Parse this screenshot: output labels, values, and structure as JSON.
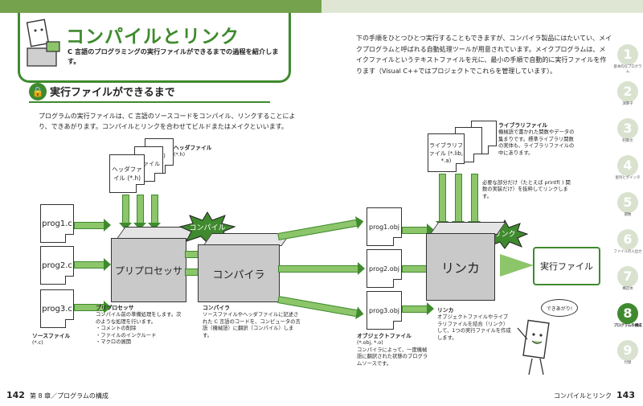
{
  "header": {
    "title": "コンパイルとリンク",
    "subtitle": "C 言語のプログラミングの実行ファイルができるまでの過程を紹介します。"
  },
  "intro_right": "下の手順をひとつひとつ実行することもできますが、コンパイラ製品にはたいてい、メイクプログラムと呼ばれる自動処理ツールが用意されています。メイクプログラムは、メイクファイルというテキストファイルを元に、最小の手順で自動的に実行ファイルを作ります（Visual C++ではプロジェクトでこれらを管理しています）。",
  "section": {
    "icon": "lock-icon",
    "title": "実行ファイルができるまで",
    "body": "プログラムの実行ファイルは、C 言語のソースコードをコンパイル、リンクすることにより、できあがります。コンパイルとリンクを合わせてビルドまたはメイクといいます。"
  },
  "diagram": {
    "sources": [
      "prog1.c",
      "prog2.c",
      "prog3.c"
    ],
    "source_caption_title": "ソースファイル",
    "source_caption_ext": "(*.c)",
    "header_docs": [
      "ヘッダファイル (*.h)",
      "ファイル",
      "(*.h)"
    ],
    "header_caption_title": "ヘッダファイル",
    "header_caption_ext": "(*.h)",
    "preprocessor": "プリプロセッサ",
    "preprocessor_caption_title": "プリプロセッサ",
    "preprocessor_caption": "コンパイル前の準備処理をします。次のような処理を行います。",
    "preprocessor_items": [
      "・コメントの削除",
      "・ファイルのインクルード",
      "・マクロの展開"
    ],
    "compile_burst": "コンパイル",
    "compiler": "コンパイラ",
    "compiler_caption_title": "コンパイラ",
    "compiler_caption": "ソースファイルやヘッダファイルに記述された C 言語のコードを、コンピュータの言語（機械語）に翻訳（コンパイル）します。",
    "objects": [
      "prog1.obj",
      "prog2.obj",
      "prog3.obj"
    ],
    "object_caption_title": "オブジェクトファイル",
    "object_caption_ext": "(*.obj, *.o)",
    "object_caption": "コンパイラによって、一度機械語に翻訳された状態のプログラムソースです。",
    "library_doc": "ライブラリファイル (*.lib, *.a)",
    "library_caption_title": "ライブラリファイル",
    "library_caption": "機械語で書かれた関数やデータの集まりです。標準ライブラリ関数の実体も、ライブラリファイルの中にあります。",
    "library_note": "必要な部分だけ（たとえば printf( ) 関数の実装だけ）を抜粋してリンクします。",
    "link_burst": "リンク",
    "linker": "リンカ",
    "linker_caption_title": "リンカ",
    "linker_caption": "オブジェクトファイルやライブラリファイルを結合（リンク）して、1つの実行ファイルを作成します。",
    "result": "実行ファイル",
    "mascot_bubble": "できあがり!"
  },
  "tabs": [
    {
      "num": "1",
      "label": "基本的なプログラム"
    },
    {
      "num": "2",
      "label": "演算子"
    },
    {
      "num": "3",
      "label": "制御文"
    },
    {
      "num": "4",
      "label": "配列とポインタ"
    },
    {
      "num": "5",
      "label": "関数"
    },
    {
      "num": "6",
      "label": "ファイルの入出力"
    },
    {
      "num": "7",
      "label": "構造体"
    },
    {
      "num": "8",
      "label": "プログラムの構成"
    },
    {
      "num": "9",
      "label": "付録"
    }
  ],
  "active_tab": "8",
  "footer": {
    "left_page": "142",
    "left_text": "第 8 章／プログラムの構成",
    "right_text": "コンパイルとリンク",
    "right_page": "143"
  },
  "colors": {
    "accent": "#3f8a2e",
    "arrow": "#8cc56a",
    "band_right": "#dfe7d4"
  }
}
